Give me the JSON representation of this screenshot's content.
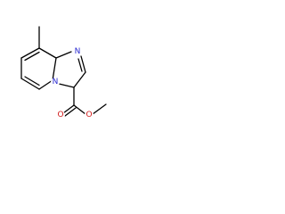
{
  "molecule": {
    "atoms": {
      "n_bridgehead": "N",
      "n_imidazole": "N",
      "o_carbonyl": "O",
      "o_ester": "O"
    },
    "colors": {
      "bond": "#000000",
      "nitrogen": "#2a2ad0",
      "oxygen": "#d01818"
    }
  }
}
